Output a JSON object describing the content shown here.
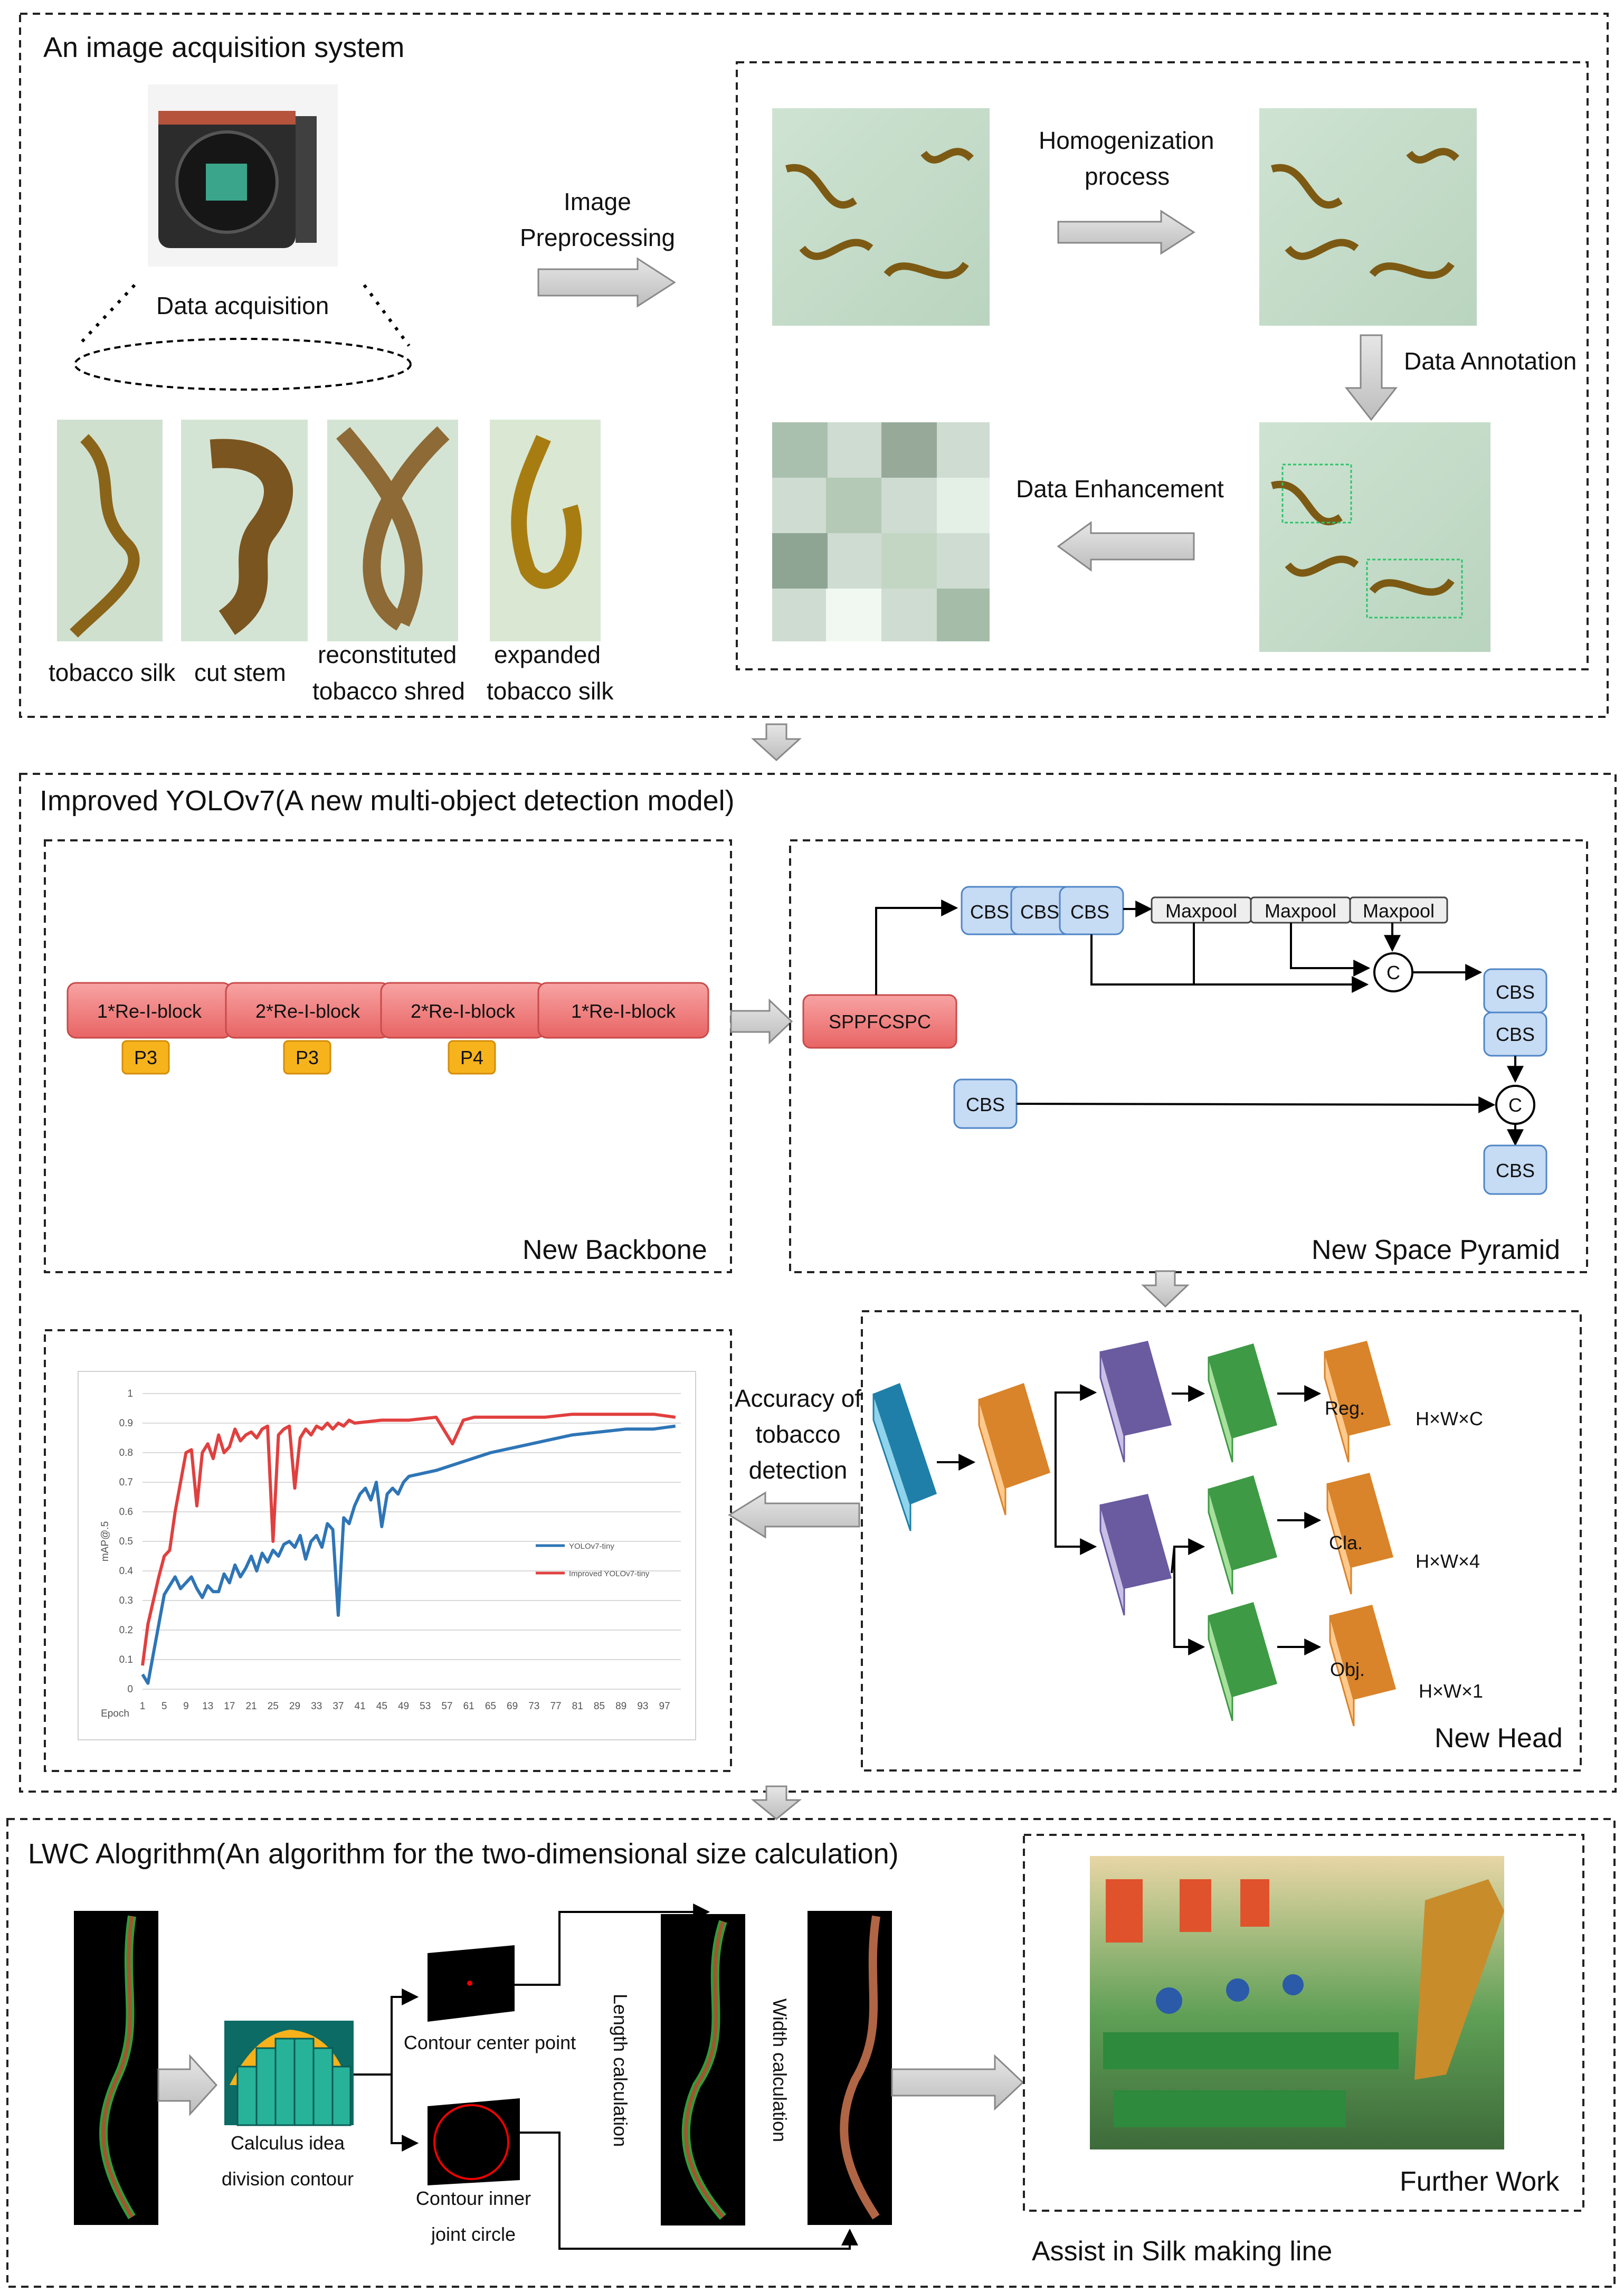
{
  "section1": {
    "title": "An image acquisition system",
    "data_acquisition": "Data acquisition",
    "image_preprocessing": [
      "Image",
      "Preprocessing"
    ],
    "homogenization": [
      "Homogenization",
      "process"
    ],
    "data_annotation": "Data Annotation",
    "data_enhancement": "Data Enhancement",
    "samples": [
      {
        "line1": "tobacco silk",
        "line2": ""
      },
      {
        "line1": "cut stem",
        "line2": ""
      },
      {
        "line1": "reconstituted",
        "line2": "tobacco shred"
      },
      {
        "line1": "expanded",
        "line2": "tobacco silk"
      }
    ]
  },
  "section2": {
    "title": "Improved YOLOv7(A new multi-object detection model)",
    "backbone": {
      "label": "New Backbone",
      "blocks": [
        "1*Re-I-block",
        "2*Re-I-block",
        "2*Re-I-block",
        "1*Re-I-block"
      ],
      "tags": [
        "P3",
        "P3",
        "P4"
      ]
    },
    "pyramid": {
      "label": "New Space Pyramid",
      "sppf": "SPPFCSPC",
      "cbs": "CBS",
      "maxpool": "Maxpool",
      "concat": "C"
    },
    "head": {
      "label": "New Head",
      "outputs": [
        {
          "name": "Reg.",
          "shape": "H×W×C"
        },
        {
          "name": "Cla.",
          "shape": "H×W×4"
        },
        {
          "name": "Obj.",
          "shape": "H×W×1"
        }
      ]
    },
    "accuracy": [
      "Accuracy of",
      "tobacco",
      "detection"
    ]
  },
  "section3": {
    "title": "LWC Alogrithm(An algorithm for the two-dimensional size calculation)",
    "calculus": [
      "Calculus idea",
      "division contour"
    ],
    "center_point": "Contour center point",
    "inner_circle": [
      "Contour inner",
      "joint circle"
    ],
    "length_calc": "Length calculation",
    "width_calc": "Width calculation",
    "further_work": "Further Work",
    "assist": "Assist in Silk making line"
  },
  "chart_data": {
    "type": "line",
    "xlabel": "Epoch",
    "ylabel": "mAP@.5",
    "xlim": [
      1,
      100
    ],
    "ylim": [
      0,
      1
    ],
    "x_ticks": [
      "1",
      "5",
      "9",
      "13",
      "17",
      "21",
      "25",
      "29",
      "33",
      "37",
      "41",
      "45",
      "49",
      "53",
      "57",
      "61",
      "65",
      "69",
      "73",
      "77",
      "81",
      "85",
      "89",
      "93",
      "97"
    ],
    "y_ticks": [
      "0",
      "0.1",
      "0.2",
      "0.3",
      "0.4",
      "0.5",
      "0.6",
      "0.7",
      "0.8",
      "0.9",
      "1"
    ],
    "grid": true,
    "legend_position": "center-right",
    "series": [
      {
        "name": "YOLOv7-tiny",
        "color": "#2e75b6",
        "x": [
          1,
          2,
          3,
          4,
          5,
          6,
          7,
          8,
          9,
          10,
          11,
          12,
          13,
          14,
          15,
          16,
          17,
          18,
          19,
          20,
          21,
          22,
          23,
          24,
          25,
          26,
          27,
          28,
          29,
          30,
          31,
          32,
          33,
          34,
          35,
          36,
          37,
          38,
          39,
          40,
          41,
          42,
          43,
          44,
          45,
          46,
          47,
          48,
          49,
          50,
          55,
          60,
          65,
          70,
          75,
          80,
          85,
          90,
          95,
          99
        ],
        "y": [
          0.05,
          0.02,
          0.12,
          0.22,
          0.32,
          0.35,
          0.38,
          0.34,
          0.36,
          0.38,
          0.34,
          0.31,
          0.35,
          0.33,
          0.33,
          0.39,
          0.36,
          0.42,
          0.38,
          0.41,
          0.45,
          0.4,
          0.46,
          0.43,
          0.47,
          0.45,
          0.49,
          0.5,
          0.48,
          0.52,
          0.44,
          0.5,
          0.52,
          0.48,
          0.56,
          0.54,
          0.25,
          0.58,
          0.56,
          0.62,
          0.66,
          0.68,
          0.64,
          0.7,
          0.55,
          0.66,
          0.68,
          0.66,
          0.7,
          0.72,
          0.74,
          0.77,
          0.8,
          0.82,
          0.84,
          0.86,
          0.87,
          0.88,
          0.88,
          0.89
        ]
      },
      {
        "name": "Improved YOLOv7-tiny",
        "color": "#e0403f",
        "x": [
          1,
          2,
          3,
          4,
          5,
          6,
          7,
          8,
          9,
          10,
          11,
          12,
          13,
          14,
          15,
          16,
          17,
          18,
          19,
          20,
          21,
          22,
          23,
          24,
          25,
          26,
          27,
          28,
          29,
          30,
          31,
          32,
          33,
          34,
          35,
          36,
          37,
          38,
          39,
          40,
          45,
          50,
          55,
          58,
          60,
          62,
          65,
          70,
          75,
          80,
          85,
          90,
          95,
          99
        ],
        "y": [
          0.08,
          0.22,
          0.3,
          0.38,
          0.45,
          0.47,
          0.6,
          0.7,
          0.8,
          0.81,
          0.62,
          0.8,
          0.83,
          0.78,
          0.86,
          0.8,
          0.82,
          0.88,
          0.84,
          0.86,
          0.87,
          0.85,
          0.88,
          0.89,
          0.5,
          0.86,
          0.88,
          0.89,
          0.68,
          0.85,
          0.88,
          0.86,
          0.89,
          0.88,
          0.9,
          0.88,
          0.9,
          0.89,
          0.91,
          0.9,
          0.91,
          0.91,
          0.92,
          0.83,
          0.91,
          0.92,
          0.92,
          0.92,
          0.92,
          0.93,
          0.93,
          0.93,
          0.93,
          0.92
        ]
      }
    ]
  }
}
